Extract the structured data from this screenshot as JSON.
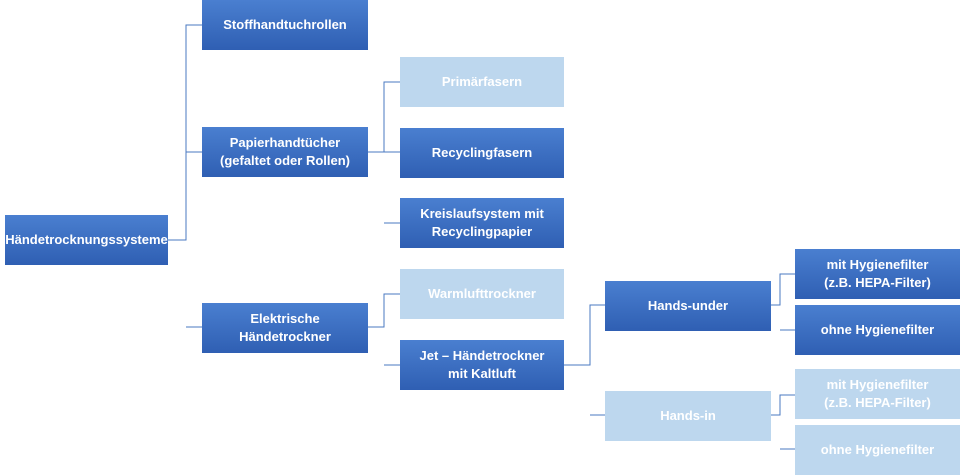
{
  "colors": {
    "dark_node": "#2f5fb3",
    "light_node": "#bdd7ee",
    "connector": "#4a78c2",
    "text": "#ffffff"
  },
  "nodes": {
    "root": "Händetrocknungssysteme",
    "stoff": "Stoffhandtuchrollen",
    "papier": "Papierhandtücher\n(gefaltet oder Rollen)",
    "elektrisch": "Elektrische Händetrockner",
    "primaer": "Primärfasern",
    "recycling": "Recyclingfasern",
    "kreislauf": "Kreislaufsystem mit\nRecyclingpapier",
    "warmluft": "Warmlufttrockner",
    "jet": "Jet – Händetrockner\nmit Kaltluft",
    "hands_under": "Hands-under",
    "hands_in": "Hands-in",
    "hu_mit": "mit Hygienefilter\n(z.B. HEPA-Filter)",
    "hu_ohne": "ohne Hygienefilter",
    "hi_mit": "mit Hygienefilter\n(z.B. HEPA-Filter)",
    "hi_ohne": "ohne Hygienefilter"
  }
}
